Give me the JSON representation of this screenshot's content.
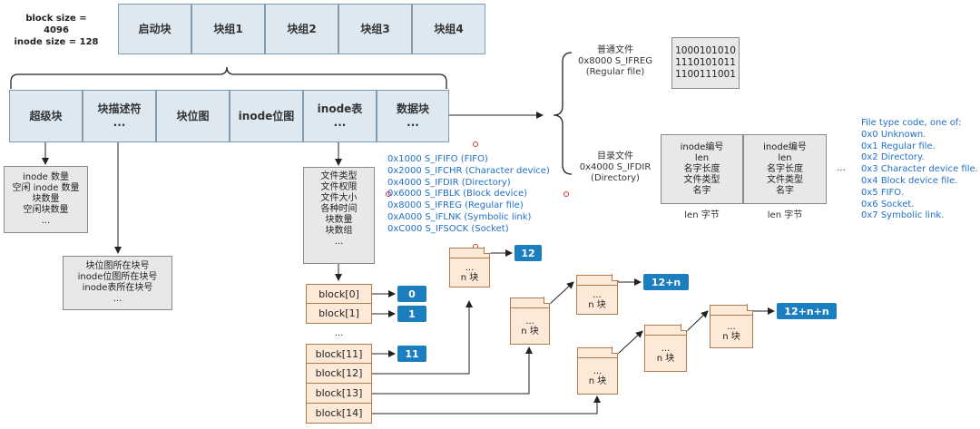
{
  "header": {
    "block_size": "block size = 4096",
    "inode_size": "inode size = 128"
  },
  "top_row": [
    "启动块",
    "块组1",
    "块组2",
    "块组3",
    "块组4"
  ],
  "group_row": {
    "superblock": "超级块",
    "descriptor": "块描述符",
    "descriptor_dots": "...",
    "block_bitmap": "块位图",
    "inode_bitmap": "inode位图",
    "inode_table": "inode表",
    "inode_table_dots": "...",
    "data_block": "数据块",
    "data_block_dots": "..."
  },
  "superblock_box": [
    "inode 数量",
    "空闲 inode 数量",
    "块数量",
    "空闲块数量",
    "..."
  ],
  "descriptor_box": [
    "块位图所在块号",
    "inode位图所在块号",
    "inode表所在块号",
    "..."
  ],
  "inode_box": [
    "文件类型",
    "文件权限",
    "文件大小",
    "各种时间",
    "块数量",
    "块数组",
    "..."
  ],
  "file_types": [
    "0x1000 S_IFIFO (FIFO)",
    "0x2000 S_IFCHR (Character device)",
    "0x4000 S_IFDIR (Directory)",
    "0x6000 S_IFBLK (Block device)",
    "0x8000 S_IFREG (Regular file)",
    "0xA000 S_IFLNK (Symbolic link)",
    "0xC000 S_IFSOCK (Socket)"
  ],
  "blocks": {
    "b0": "block[0]",
    "b1": "block[1]",
    "dots": "...",
    "b11": "block[11]",
    "b12": "block[12]",
    "b13": "block[13]",
    "b14": "block[14]"
  },
  "badges": {
    "b0": "0",
    "b1": "1",
    "b11": "11",
    "b12": "12",
    "b12n": "12+n",
    "b12nn": "12+n+n"
  },
  "indirect": {
    "dots": "...",
    "label": "n 块"
  },
  "regular": {
    "title": "普通文件",
    "code": "0x8000 S_IFREG",
    "desc": "(Regular file)",
    "bits": [
      "1000101010",
      "1110101011",
      "1100111001"
    ]
  },
  "directory": {
    "title": "目录文件",
    "code": "0x4000 S_IFDIR",
    "desc": "(Directory)",
    "entry_lines": [
      "inode编号",
      "len",
      "名字长度",
      "文件类型",
      "名字"
    ],
    "len_label": "len 字节",
    "dots": "..."
  },
  "type_codes": [
    "File type code, one of:",
    "0x0 Unknown.",
    "0x1 Regular file.",
    "0x2 Directory.",
    "0x3 Character device file.",
    "0x4 Block device file.",
    "0x5 FIFO.",
    "0x6 Socket.",
    "0x7 Symbolic link."
  ]
}
